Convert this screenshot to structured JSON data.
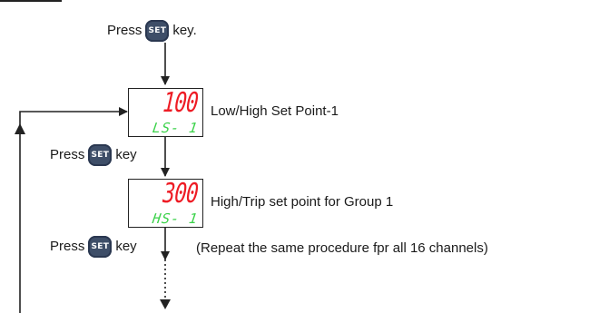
{
  "steps": {
    "start_press": "Press",
    "start_key_suffix": "key.",
    "press_1": "Press",
    "press_1_suffix": "key",
    "press_2": "Press",
    "press_2_suffix": "key",
    "key_label": "SET"
  },
  "displays": [
    {
      "value": "100",
      "code": "LS- 1",
      "description": "Low/High Set Point-1"
    },
    {
      "value": "300",
      "code": "HS- 1",
      "description": "High/Trip set point for Group 1"
    }
  ],
  "note": "(Repeat the same procedure fpr all 16 channels)",
  "colors": {
    "value_color": "#ee1c25",
    "code_color": "#3bd24a",
    "key_color": "#3e4e68",
    "line_color": "#222222"
  }
}
